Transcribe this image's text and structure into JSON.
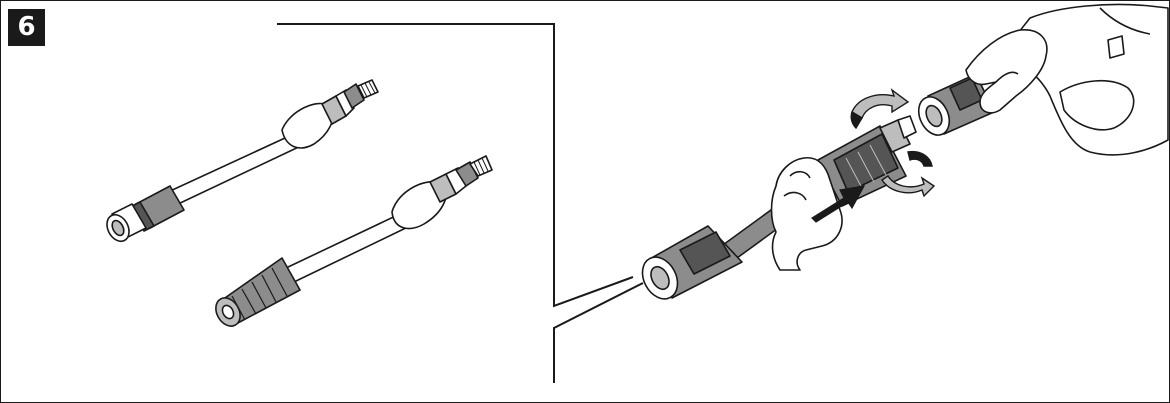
{
  "figure": {
    "step_number": "6",
    "colors": {
      "line": "#1a1a1a",
      "tool_grey": "#8c8c8c",
      "tool_dark": "#555555",
      "tool_light": "#bdbdbd",
      "background": "#ffffff"
    },
    "parts": [
      "adjustable-spray-lance",
      "turbo-nozzle-lance",
      "spray-gun",
      "lance-being-attached",
      "lance-cap",
      "push-arrow",
      "rotate-arrows",
      "gloved-hands"
    ]
  }
}
